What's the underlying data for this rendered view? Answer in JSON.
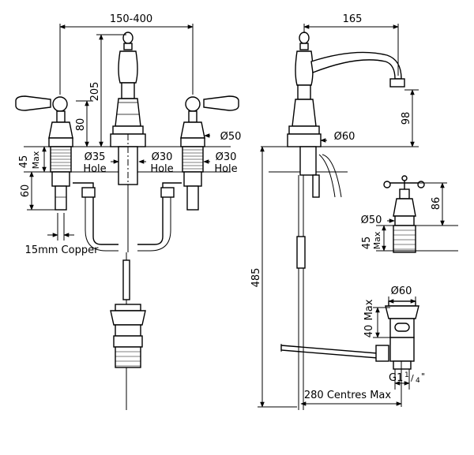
{
  "dimensions": {
    "width_span": "150-400",
    "spout_height": "205",
    "handle_height": "80",
    "deck_max_label": "45",
    "deck_max_suffix": "Max",
    "tail_height": "60",
    "hole_center": {
      "dia": "Ø35",
      "word": "Hole"
    },
    "hole_mid": {
      "dia": "Ø30",
      "word": "Hole"
    },
    "hole_right": {
      "dia": "Ø30",
      "word": "Hole"
    },
    "flange_right": "Ø50",
    "copper": "15mm Copper",
    "spout_reach": "165",
    "spout_drop": "98",
    "body_dia": "Ø60",
    "total_height": "485",
    "valve_height": "86",
    "valve_flange": "Ø50",
    "valve_deck_label": "45",
    "valve_deck_suffix": "Max",
    "waste_dia": "Ø60",
    "waste_max_label": "40",
    "waste_max_suffix": "Max",
    "thread": "G1",
    "thread_frac_num": "1",
    "thread_frac_den": "4",
    "thread_quote": "\"",
    "centres": "280 Centres Max"
  }
}
